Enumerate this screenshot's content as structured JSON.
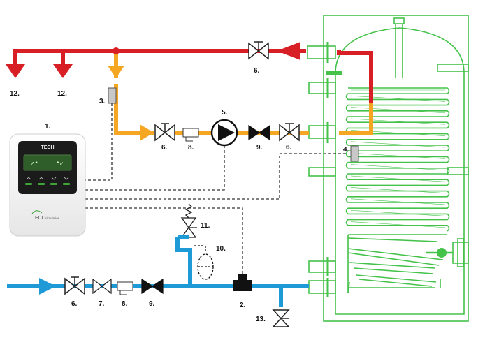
{
  "labels": {
    "c1": "1.",
    "c2": "2.",
    "c3": "3.",
    "c4": "4.",
    "c5": "5.",
    "c6a": "6.",
    "c6b": "6.",
    "c6c": "6.",
    "c6d": "6.",
    "c7": "7.",
    "c8a": "8.",
    "c8b": "8.",
    "c9a": "9.",
    "c9b": "9.",
    "c10": "10.",
    "c11": "11.",
    "c12a": "12.",
    "c12b": "12.",
    "c13": "13."
  },
  "controller": {
    "brand": "TECH",
    "screen_left": "↗•",
    "screen_right": "•↙",
    "logo_main": "ECO",
    "logo_sub": "circulation"
  },
  "colors": {
    "hot_water": "#d81f26",
    "circulation": "#f5a623",
    "cold_water": "#1e9ad6",
    "tank_outline": "#45c24a",
    "signal_line": "#333333"
  }
}
